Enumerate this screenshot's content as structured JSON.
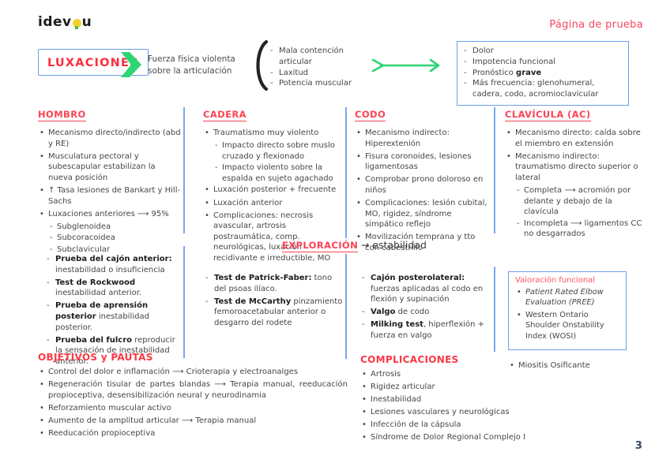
{
  "header": {
    "logo_left": "idev",
    "logo_right": "u",
    "page_label": "Página de prueba"
  },
  "intro": {
    "title": "LUXACIONES",
    "definition_line1": "Fuerza física violenta",
    "definition_line2": "sobre la articulación",
    "causes": [
      {
        "segs": [
          {
            "t": "Mala contención articular"
          }
        ]
      },
      {
        "segs": [
          {
            "t": "Laxitud"
          }
        ]
      },
      {
        "segs": [
          {
            "t": "Potencia muscular"
          }
        ]
      }
    ],
    "effects": [
      {
        "segs": [
          {
            "t": "Dolor"
          }
        ]
      },
      {
        "segs": [
          {
            "t": "Impotencia funcional"
          }
        ]
      },
      {
        "segs": [
          {
            "t": "Pronóstico "
          },
          {
            "t": "grave",
            "b": true
          }
        ]
      },
      {
        "segs": [
          {
            "t": "Más frecuencia: glenohumeral, cadera, codo, acromioclavicular"
          }
        ]
      }
    ]
  },
  "columns": [
    {
      "heading": "HOMBRO",
      "items": [
        {
          "level": 1,
          "segs": [
            {
              "t": "Mecanismo directo/indirecto (abd y RE)"
            }
          ]
        },
        {
          "level": 1,
          "segs": [
            {
              "t": "Musculatura pectoral y subescapular estabilizan la nueva posición"
            }
          ]
        },
        {
          "level": 1,
          "segs": [
            {
              "t": "↑ Tasa lesiones de Bankart y Hill-Sachs"
            }
          ]
        },
        {
          "level": 1,
          "segs": [
            {
              "t": "Luxaciones anteriores ⟶ 95%"
            }
          ]
        },
        {
          "level": 2,
          "segs": [
            {
              "t": "Subglenoidea"
            }
          ]
        },
        {
          "level": 2,
          "segs": [
            {
              "t": "Subcoracoidea"
            }
          ]
        },
        {
          "level": 2,
          "segs": [
            {
              "t": "Subclavicular"
            }
          ]
        }
      ]
    },
    {
      "heading": "CADERA",
      "items": [
        {
          "level": 1,
          "segs": [
            {
              "t": "Traumatismo muy violento"
            }
          ]
        },
        {
          "level": 2,
          "segs": [
            {
              "t": "Impacto directo sobre muslo cruzado y flexionado"
            }
          ]
        },
        {
          "level": 2,
          "segs": [
            {
              "t": "Impacto violento sobre la espalda en sujeto agachado"
            }
          ]
        },
        {
          "level": 1,
          "segs": [
            {
              "t": "Luxación posterior + frecuente"
            }
          ]
        },
        {
          "level": 1,
          "segs": [
            {
              "t": "Luxación anterior"
            }
          ]
        },
        {
          "level": 1,
          "segs": [
            {
              "t": "Complicaciones: necrosis avascular, artrosis postraumática, comp. neurológicas, luxación recidivante e irreductible, MO"
            }
          ]
        }
      ]
    },
    {
      "heading": "CODO",
      "items": [
        {
          "level": 1,
          "segs": [
            {
              "t": "Mecanismo indirecto: Hiperextenión"
            }
          ]
        },
        {
          "level": 1,
          "segs": [
            {
              "t": "Fisura coronoides, lesiones ligamentosas"
            }
          ]
        },
        {
          "level": 1,
          "segs": [
            {
              "t": "Comprobar prono doloroso en niños"
            }
          ]
        },
        {
          "level": 1,
          "segs": [
            {
              "t": "Complicaciones: lesión cubital, MO, rigidez, síndrome simpático reflejo"
            }
          ]
        },
        {
          "level": 1,
          "segs": [
            {
              "t": "Movilización temprana y tto con cabestrillo"
            }
          ]
        }
      ]
    },
    {
      "heading": "CLAVÍCULA (AC)",
      "items": [
        {
          "level": 1,
          "segs": [
            {
              "t": "Mecanismo directo: caída sobre el miembro en extensión"
            }
          ]
        },
        {
          "level": 1,
          "segs": [
            {
              "t": "Mecanismo indirecto: traumatismo directo superior o lateral"
            }
          ]
        },
        {
          "level": 2,
          "segs": [
            {
              "t": "Completa ⟶ acromión por delante y debajo de la clavícula"
            }
          ]
        },
        {
          "level": 2,
          "segs": [
            {
              "t": "Incompleta ⟶ ligamentos CC no desgarrados"
            }
          ]
        }
      ]
    }
  ],
  "exploration": {
    "heading": "EXPLORACIÓN",
    "arrow": "→",
    "subtitle": "estabilidad",
    "hombro_tests": [
      {
        "segs": [
          {
            "t": "Prueba del cajón anterior:",
            "b": true
          },
          {
            "t": " inestabilidad o insuficiencia"
          }
        ]
      },
      {
        "segs": [
          {
            "t": "Test de Rockwood",
            "b": true
          },
          {
            "t": " inestabilidad anterior."
          }
        ]
      },
      {
        "segs": [
          {
            "t": "Prueba de aprensión posterior",
            "b": true
          },
          {
            "t": " inestabilidad posterior."
          }
        ]
      },
      {
        "segs": [
          {
            "t": "Prueba del fulcro",
            "b": true
          },
          {
            "t": " reproducir la sensación de inestabilidad anterior."
          }
        ]
      }
    ],
    "cadera_tests": [
      {
        "segs": [
          {
            "t": "Test de Patrick-Faber:",
            "b": true
          },
          {
            "t": " tono del psoas ilíaco."
          }
        ]
      },
      {
        "segs": [
          {
            "t": "Test de McCarthy",
            "b": true
          },
          {
            "t": " pinzamiento femoroacetabular anterior o desgarro del rodete"
          }
        ]
      }
    ],
    "codo_tests": [
      {
        "segs": [
          {
            "t": "Cajón posterolateral:",
            "b": true
          },
          {
            "t": " fuerzas aplicadas al codo en flexión y supinación"
          }
        ]
      },
      {
        "segs": [
          {
            "t": "Valgo",
            "b": true
          },
          {
            "t": " de codo"
          }
        ]
      },
      {
        "segs": [
          {
            "t": "Milking test",
            "b": true
          },
          {
            "t": ", hiperflexión + fuerza en valgo"
          }
        ]
      }
    ],
    "functional_box": {
      "title": "Valoración funcional",
      "items": [
        {
          "segs": [
            {
              "t": "Patient Rated Elbow Evaluation (PREE)",
              "i": true
            }
          ]
        },
        {
          "segs": [
            {
              "t": "Western Ontario Shoulder Onstability Index (WOSI)"
            }
          ]
        }
      ]
    }
  },
  "objetivos": {
    "heading": "OBJETIVOS y PAUTAS",
    "items": [
      {
        "segs": [
          {
            "t": "Control del dolor e inflamación ⟶ Crioterapia y electroanalges"
          }
        ]
      },
      {
        "segs": [
          {
            "t": "Regeneración tisular de partes blandas ⟶ Terapia manual, reeducación propioceptiva, desensibilización neural y neurodinamia"
          }
        ]
      },
      {
        "segs": [
          {
            "t": "Reforzamiento muscular activo"
          }
        ]
      },
      {
        "segs": [
          {
            "t": "Aumento de la amplitud articular ⟶ Terapia manual"
          }
        ]
      },
      {
        "segs": [
          {
            "t": "Reeducación propioceptiva"
          }
        ]
      }
    ]
  },
  "complicaciones": {
    "heading": "COMPLICACIONES",
    "items": [
      {
        "segs": [
          {
            "t": "Artrosis"
          }
        ]
      },
      {
        "segs": [
          {
            "t": "Rigidez articular"
          }
        ]
      },
      {
        "segs": [
          {
            "t": "Inestabilidad"
          }
        ]
      },
      {
        "segs": [
          {
            "t": "Lesiones vasculares y neurológicas"
          }
        ]
      },
      {
        "segs": [
          {
            "t": "Infección de la cápsula"
          }
        ]
      },
      {
        "segs": [
          {
            "t": "Síndrome de Dolor Regional Complejo I"
          }
        ]
      }
    ],
    "extra_items": [
      {
        "segs": [
          {
            "t": "Miositis Osificante"
          }
        ]
      }
    ]
  },
  "footer": {
    "page_number": "3"
  },
  "colors": {
    "accent_red": "#fb4353",
    "title_red": "#fc2d3d",
    "border_blue": "#6d9eeb",
    "divider_blue": "#7aa7f0",
    "arrow_green": "#2fd573",
    "bulb_yellow": "#f2d22e"
  }
}
